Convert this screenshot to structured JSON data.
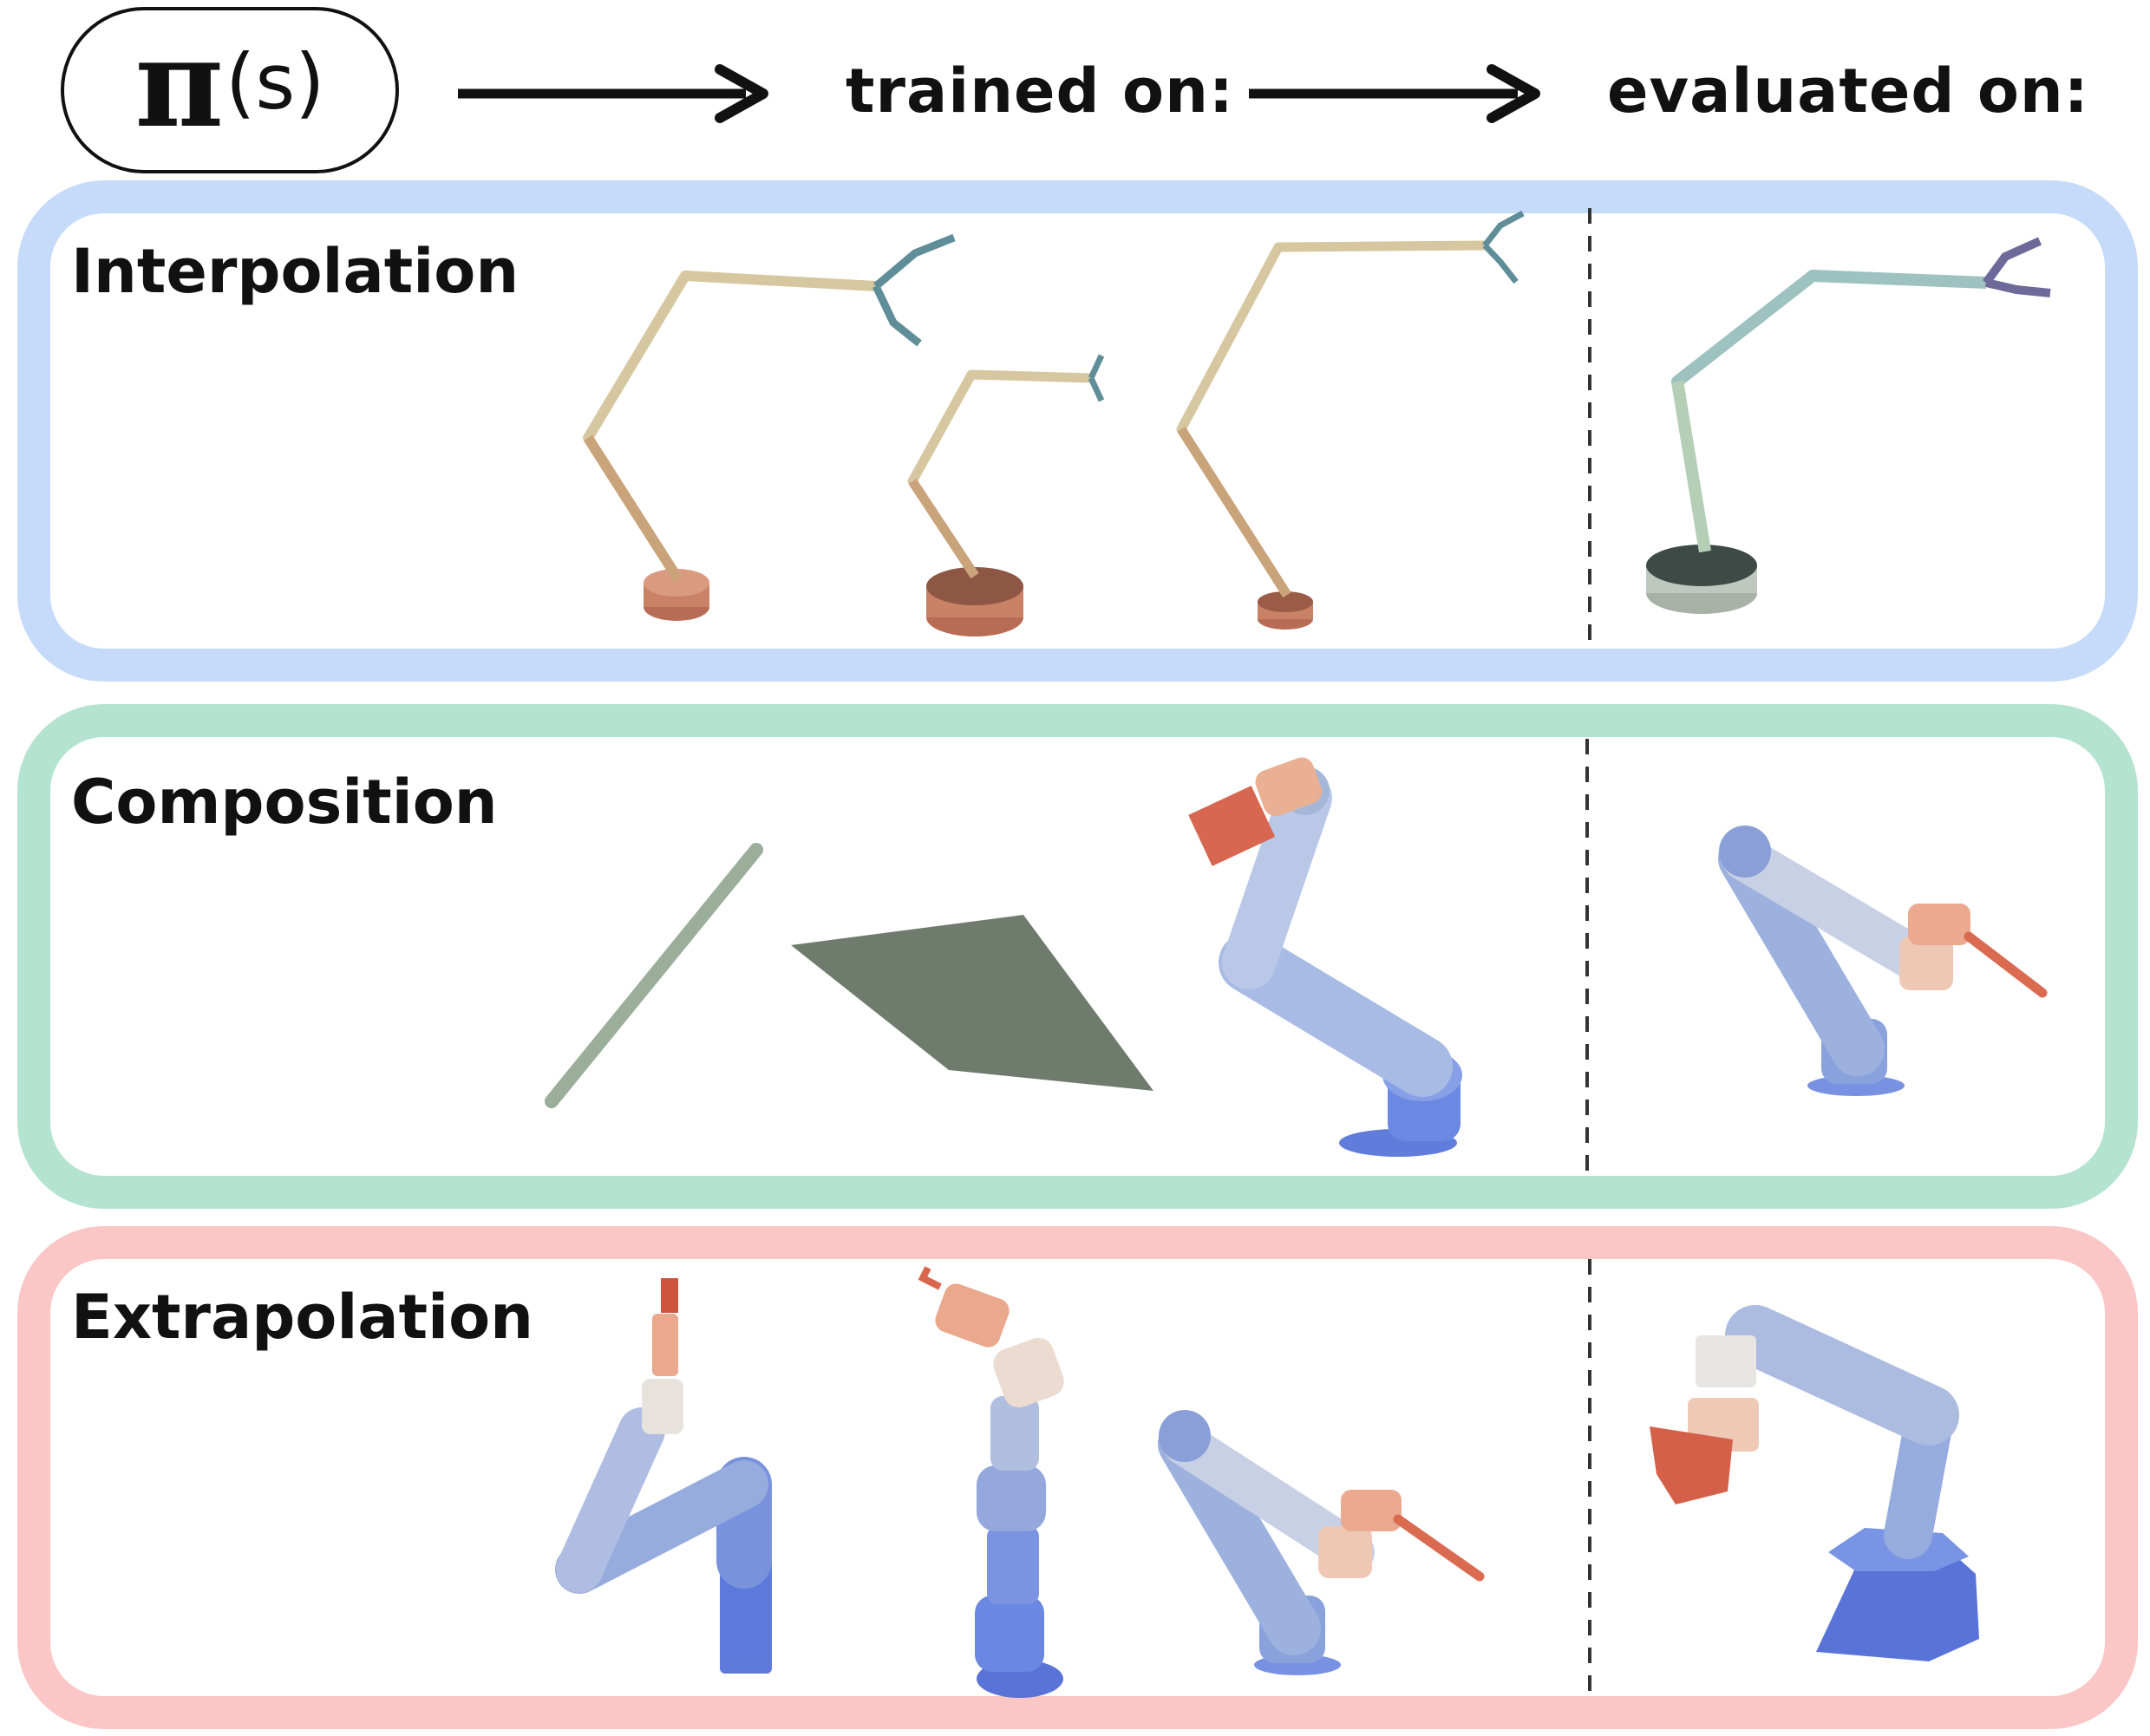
{
  "header": {
    "policy_symbol": "π",
    "policy_argument": "(s)",
    "trained_label": "trained on:",
    "evaluated_label": "evaluated on:"
  },
  "panels": [
    {
      "title": "Interpolation",
      "border_color": "#c6daf9"
    },
    {
      "title": "Composition",
      "border_color": "#b5e3d1"
    },
    {
      "title": "Extrapolation",
      "border_color": "#fbc6c6"
    }
  ],
  "colors": {
    "arm_link": "#d6c7a0",
    "arm_base": "#c98266",
    "eval_arm_link": "#9ec2c0",
    "eval_arm_base": "#bfc8be",
    "robot_blue": "#7d98d8",
    "robot_orange": "#e49073",
    "shape_green": "#6f7c6d"
  }
}
